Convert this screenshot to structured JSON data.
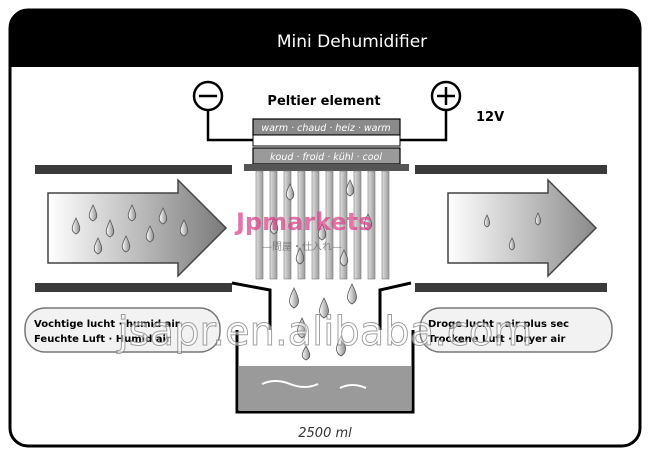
{
  "title": "Mini Dehumidifier",
  "peltier_label": "Peltier element",
  "voltage": "12V",
  "warm_plate": "warm · chaud · heiz · warm",
  "cool_plate": "koud · froid · kühl · cool",
  "humid_air_line1": "Vochtige lucht · humid air",
  "humid_air_line2": "Feuchte Luft · Humid air",
  "dry_air_line1": "Droge lucht · air plus sec",
  "dry_air_line2": "Trockene Luft · Dryer air",
  "capacity": "2500 ml",
  "watermark_text": "jsapr.en.alibaba.com",
  "logo_text": "Jpmarkets",
  "logo_subtext": "—問屋・仕入れ—",
  "colors": {
    "header_bg": "#000000",
    "header_text": "#ffffff",
    "plate_warm": "#8a8a8a",
    "plate_cool": "#9a9a9a",
    "water": "#9a9a9a",
    "duct": "#3a3a3a",
    "logo_accent": "#d9468c"
  },
  "icons": {
    "negative_terminal": "minus-circle-icon",
    "positive_terminal": "plus-circle-icon"
  }
}
